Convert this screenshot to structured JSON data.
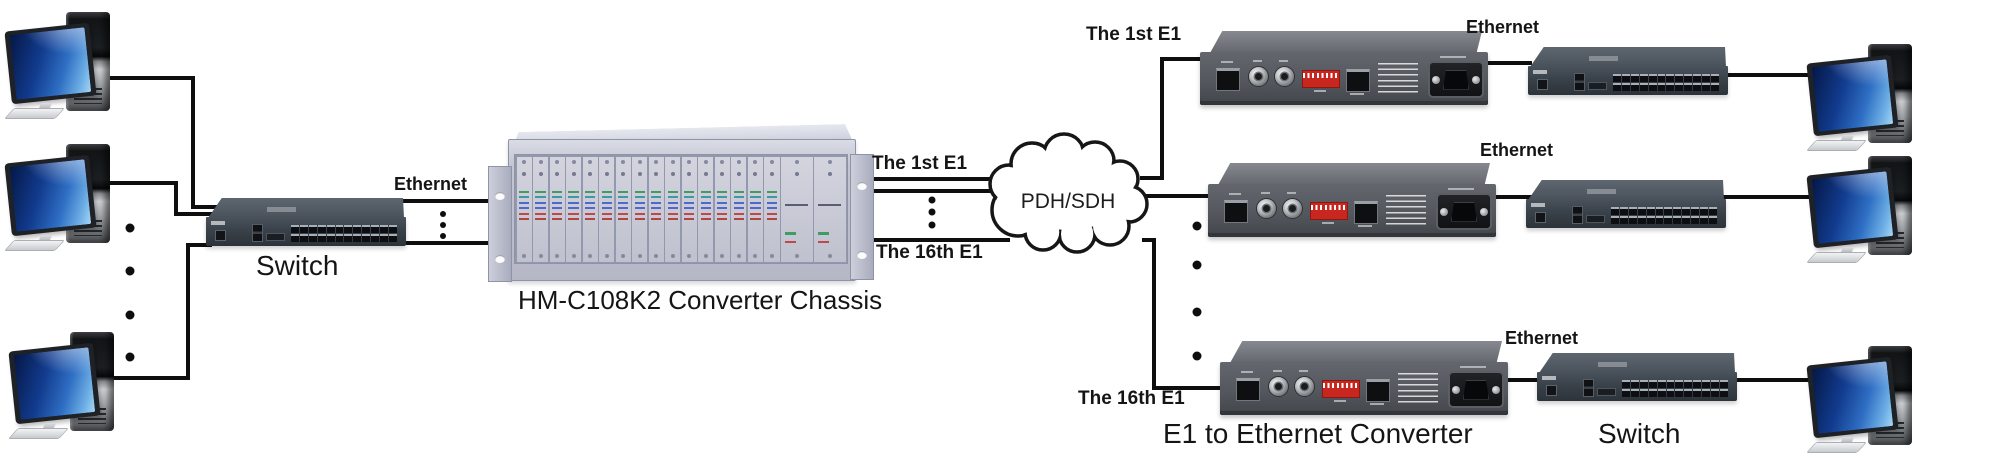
{
  "labels": {
    "ethernet_left": "Ethernet",
    "switch_left": "Switch",
    "chassis_caption": "HM-C108K2 Converter Chassis",
    "e1_first_left": "The 1st E1",
    "e1_16th_left": "The 16th E1",
    "cloud": "PDH/SDH",
    "e1_first_right": "The 1st E1",
    "ethernet_right_top": "Ethernet",
    "ethernet_right_mid": "Ethernet",
    "ethernet_right_bottom": "Ethernet",
    "e1_16th_right": "The 16th E1",
    "converter_caption": "E1 to Ethernet Converter",
    "switch_right": "Switch"
  },
  "colors": {
    "wire": "#0e0e0e",
    "cloud_fill": "#ffffff",
    "cloud_outline": "#161616",
    "chassis_body": "#c0c2cf",
    "switch_body": "#39414a",
    "converter_body": "#54585e",
    "dip_switch_red": "#c8271f",
    "screen_blue": "#123c8f"
  },
  "chassis": {
    "narrow_cards": 16,
    "wide_cards": 2
  }
}
